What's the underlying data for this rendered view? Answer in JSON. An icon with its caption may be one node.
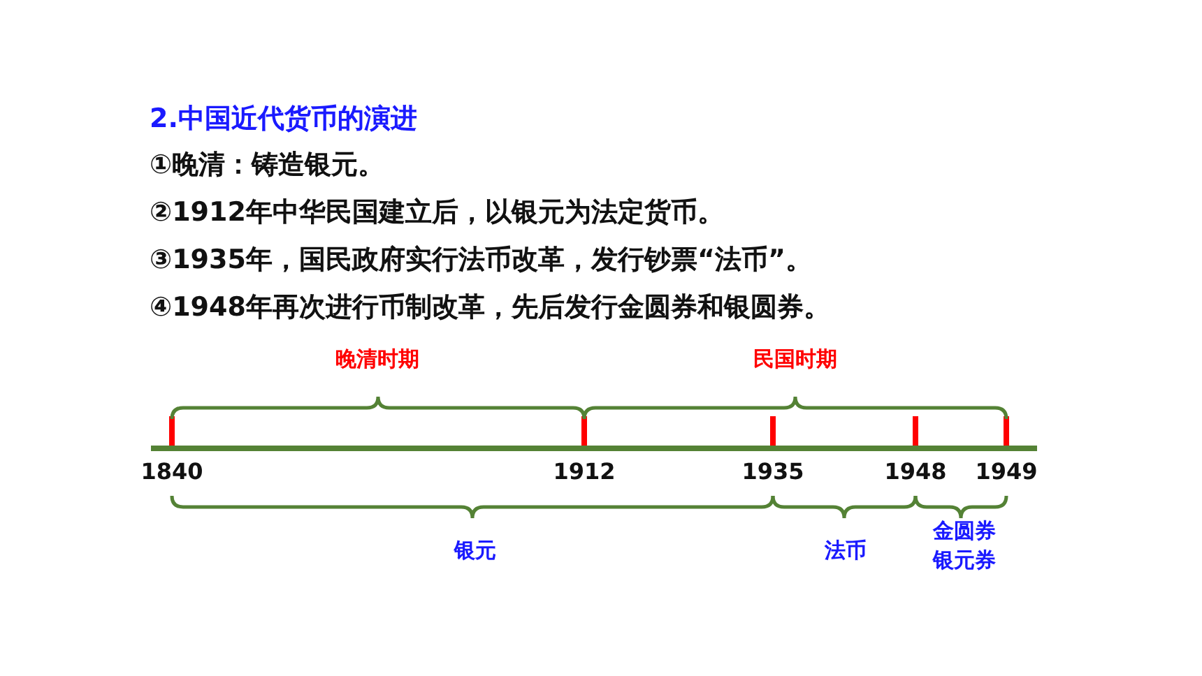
{
  "diagram": {
    "title": "2.中国近代货币的演进",
    "labels": [
      "①晚清：铸造银元。",
      "②1912年中华民国建立后，以银元为法定货币。",
      "③1935年，国民政府实行法币改革，发行钞票“法币”。",
      "④1948年再次进行币制改革，先后发行金圆券和银圆券。",
      "晚清时期",
      "民国时期",
      "1840",
      "1912",
      "1935",
      "1948",
      "1949",
      "银元",
      "法币",
      "金圆券",
      "银元券"
    ]
  }
}
